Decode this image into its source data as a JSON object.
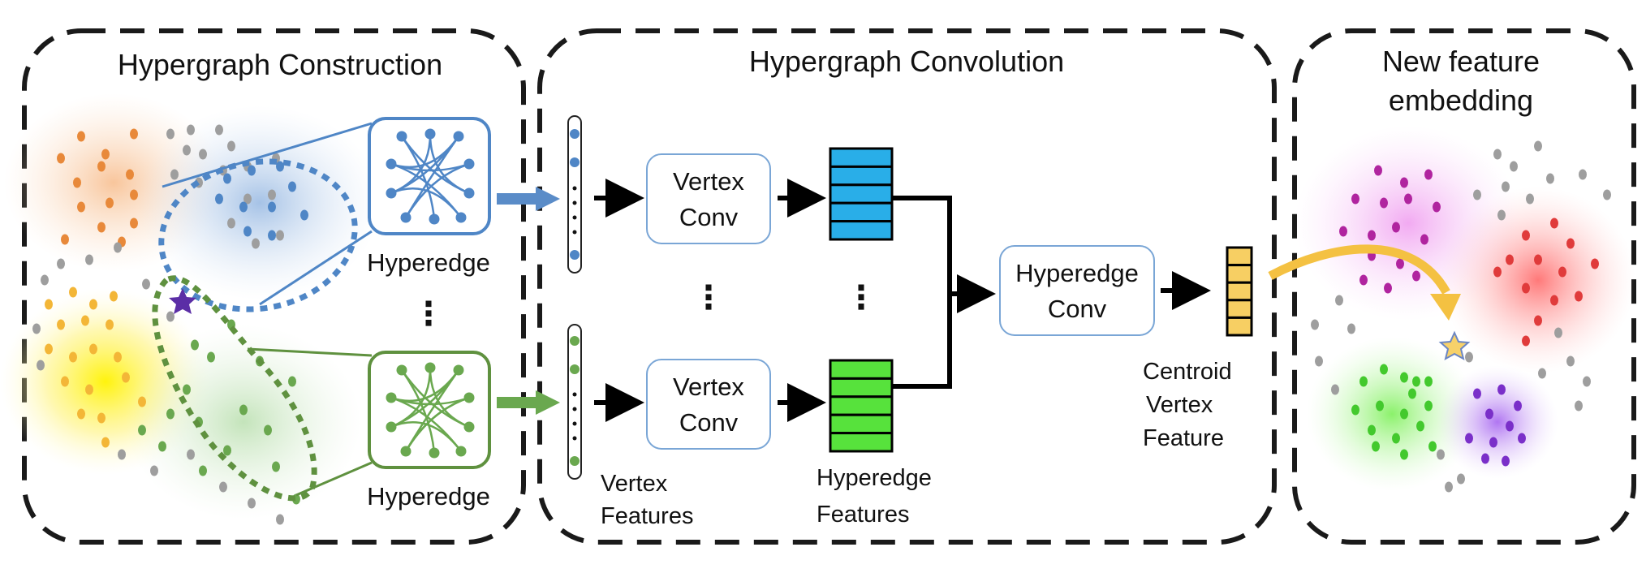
{
  "panels": {
    "construction_title": "Hypergraph Construction",
    "convolution_title": "Hypergraph Convolution",
    "embedding_title_line1": "New feature",
    "embedding_title_line2": "embedding"
  },
  "construction": {
    "hyperedge_label_top": "Hyperedge",
    "hyperedge_label_bottom": "Hyperedge",
    "ellipsis": "⋮"
  },
  "convolution": {
    "vertex_conv_top_line1": "Vertex",
    "vertex_conv_top_line2": "Conv",
    "vertex_conv_bottom_line1": "Vertex",
    "vertex_conv_bottom_line2": "Conv",
    "hyperedge_conv_line1": "Hyperedge",
    "hyperedge_conv_line2": "Conv",
    "vertex_features_line1": "Vertex",
    "vertex_features_line2": "Features",
    "hyperedge_features_line1": "Hyperedge",
    "hyperedge_features_line2": "Features",
    "centroid_line1": "Centroid",
    "centroid_line2": "Vertex",
    "centroid_line3": "Feature",
    "ellipsis": "⋮"
  },
  "colors": {
    "orange": "#e8893a",
    "blue": "#4f86c6",
    "green": "#6aa84f",
    "yellow": "#f3b637",
    "gray": "#9e9e9e",
    "magenta": "#b0249f",
    "red": "#e03b3b",
    "purple": "#7a2fc9",
    "bright_green": "#43c92d",
    "cyan_bar": "#29aee8",
    "green_bar": "#57e23c",
    "centroid_bar": "#f7cf63",
    "arrow_yellow": "#f4c142"
  }
}
